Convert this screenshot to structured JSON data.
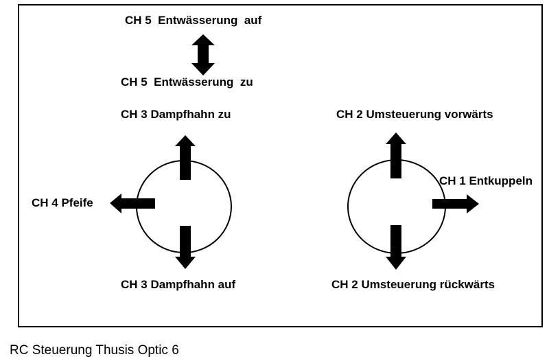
{
  "labels": {
    "ch5_open": "CH 5  Entwässerung  auf",
    "ch5_close": "CH 5  Entwässerung  zu",
    "ch3_close": "CH 3 Dampfhahn zu",
    "ch3_open": "CH 3 Dampfhahn auf",
    "ch4": "CH 4 Pfeife",
    "ch2_forward": "CH 2 Umsteuerung vorwärts",
    "ch2_reverse": "CH 2 Umsteuerung rückwärts",
    "ch1": "CH 1 Entkuppeln"
  },
  "caption": "RC Steuerung Thusis Optic 6"
}
